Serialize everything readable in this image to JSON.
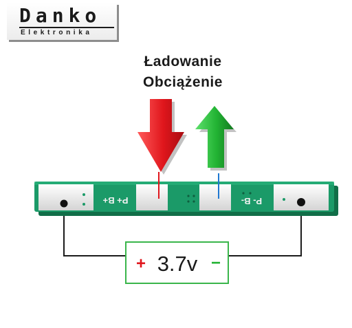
{
  "logo": {
    "main": "Danko",
    "sub": "Elektronika"
  },
  "captions": {
    "charge": "Ładowanie",
    "load": "Obciążenie"
  },
  "arrows": {
    "charge": {
      "icon": "arrow-down-icon",
      "color": "#e0161c"
    },
    "load": {
      "icon": "arrow-up-icon",
      "color": "#22b333"
    }
  },
  "board": {
    "color": "#1b9a68",
    "pad_left_label": "P+ B+",
    "pad_right_label": "P- B-",
    "wire_charge_color": "#e0161c",
    "wire_load_color": "#1f78d1"
  },
  "battery": {
    "plus": "+",
    "voltage": "3.7v",
    "minus": "−",
    "plus_color": "#e0161c",
    "minus_color": "#22b333",
    "border_color": "#39b54a"
  }
}
